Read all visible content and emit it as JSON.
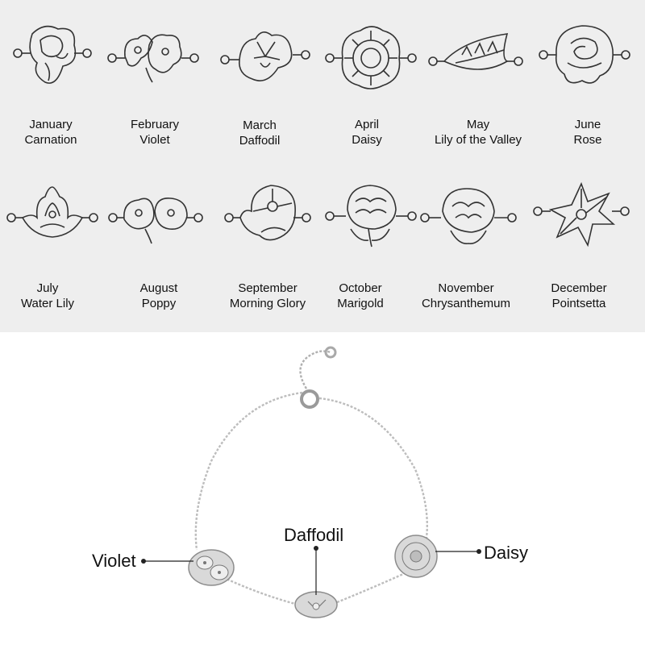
{
  "birth_flowers": [
    {
      "month": "January",
      "flower": "Carnation",
      "icon": "carnation-icon"
    },
    {
      "month": "February",
      "flower": "Violet",
      "icon": "violet-icon"
    },
    {
      "month": "March",
      "flower": "Daffodil",
      "icon": "daffodil-icon"
    },
    {
      "month": "April",
      "flower": "Daisy",
      "icon": "daisy-icon"
    },
    {
      "month": "May",
      "flower": "Lily of the Valley",
      "icon": "lily-of-the-valley-icon"
    },
    {
      "month": "June",
      "flower": "Rose",
      "icon": "rose-icon"
    },
    {
      "month": "July",
      "flower": "Water Lily",
      "icon": "water-lily-icon"
    },
    {
      "month": "August",
      "flower": "Poppy",
      "icon": "poppy-icon"
    },
    {
      "month": "September",
      "flower": "Morning Glory",
      "icon": "morning-glory-icon"
    },
    {
      "month": "October",
      "flower": "Marigold",
      "icon": "marigold-icon"
    },
    {
      "month": "November",
      "flower": "Chrysanthemum",
      "icon": "chrysanthemum-icon"
    },
    {
      "month": "December",
      "flower": "Pointsetta",
      "icon": "poinsettia-icon"
    }
  ],
  "bracelet_callouts": {
    "left": "Violet",
    "center": "Daffodil",
    "right": "Daisy"
  },
  "colors": {
    "panel_background": "#eeeeee",
    "charm_outline": "#333333",
    "silver": "#b9b9b9"
  }
}
